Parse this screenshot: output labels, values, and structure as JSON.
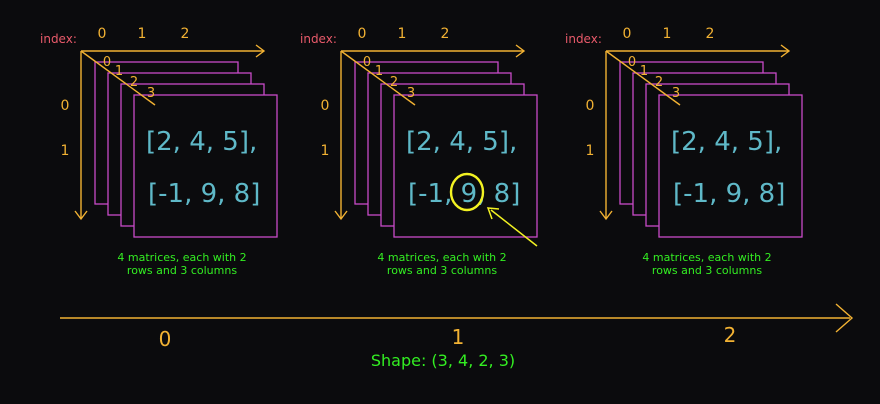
{
  "index_label": "index:",
  "top_indices": [
    "0",
    "1",
    "2"
  ],
  "side_indices": [
    "0",
    "1"
  ],
  "layer_indices": [
    "0",
    "1",
    "2",
    "3"
  ],
  "matrix_rows": [
    "[2,  4,  5],",
    "[-1, 9,  8]"
  ],
  "caption_lines": [
    "4 matrices, each with 2",
    "rows and 3 columns"
  ],
  "bottom_indices": [
    "0",
    "1",
    "2"
  ],
  "shape_label": "Shape: (3, 4, 2, 3)",
  "highlight_groups": [
    1
  ],
  "colors": {
    "background": "#0b0b0d",
    "axis": "#f2b233",
    "index_label": "#e85a6a",
    "matrix_border": "#c84bc8",
    "matrix_text": "#5fb9c8",
    "caption": "#33ee22",
    "shape": "#33ee22",
    "highlight": "#f2f222"
  }
}
